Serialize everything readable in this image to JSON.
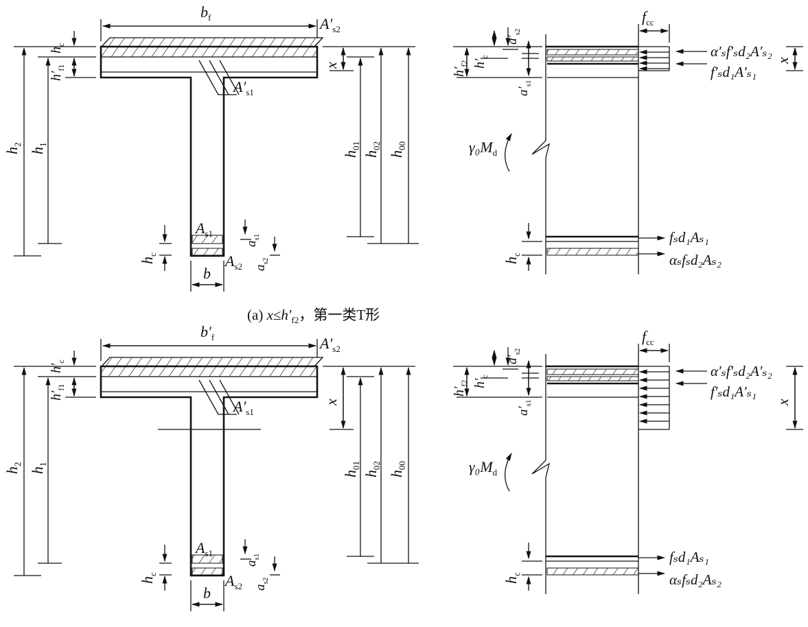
{
  "caption_a": {
    "pre": "(a) ",
    "x": "x",
    "rel": "≤",
    "h": "h′",
    "hs": "f2",
    "post": "，第一类T形"
  },
  "panels": [
    {
      "id": "a",
      "labels": {
        "bf": {
          "t": "b",
          "s": "f"
        },
        "As2p": {
          "t": "A′",
          "s": "s2"
        },
        "As1p": {
          "t": "A′",
          "s": "s1"
        },
        "hc": {
          "t": "h",
          "s": "c"
        },
        "hf1": {
          "t": "h′",
          "s": "f1"
        },
        "h2": {
          "t": "h",
          "s": "2"
        },
        "h1": {
          "t": "h",
          "s": "1"
        },
        "x": {
          "t": "x",
          "s": ""
        },
        "h01": {
          "t": "h",
          "s": "01"
        },
        "h02": {
          "t": "h",
          "s": "02"
        },
        "h00": {
          "t": "h",
          "s": "00"
        },
        "As1": {
          "t": "A",
          "s": "s1"
        },
        "As2": {
          "t": "A",
          "s": "s2"
        },
        "as1": {
          "t": "a",
          "s": "s1"
        },
        "as2": {
          "t": "a",
          "s": "s2"
        },
        "hc_b": {
          "t": "h",
          "s": "c"
        },
        "b": {
          "t": "b",
          "s": ""
        },
        "fcc": {
          "t": "f",
          "s": "cc"
        },
        "hf2": {
          "t": "h′",
          "s": "f2"
        },
        "hcp": {
          "t": "h′",
          "s": "c"
        },
        "as2p": {
          "t": "a′",
          "s": "s2"
        },
        "as1p": {
          "t": "a′",
          "s": "s1"
        },
        "F1": "α′ₛf′ₛd₂A′ₛ₂",
        "F2": "f′ₛd₁A′ₛ₁",
        "F3": "fₛd₁Aₛ₁",
        "F4": "αₛfₛd₂Aₛ₂",
        "M": {
          "t": "γ₀M",
          "s": "d"
        },
        "x2": {
          "t": "x",
          "s": ""
        },
        "hc_r": {
          "t": "h",
          "s": "c"
        }
      }
    },
    {
      "id": "b",
      "labels": {
        "bf": {
          "t": "b′",
          "s": "f"
        },
        "As2p": {
          "t": "A′",
          "s": "s2"
        },
        "As1p": {
          "t": "A′",
          "s": "s1"
        },
        "hc": {
          "t": "h′",
          "s": "c"
        },
        "hf1": {
          "t": "h′",
          "s": "f1"
        },
        "h2": {
          "t": "h",
          "s": "2"
        },
        "h1": {
          "t": "h",
          "s": "1"
        },
        "x": {
          "t": "x",
          "s": ""
        },
        "h01": {
          "t": "h",
          "s": "01"
        },
        "h02": {
          "t": "h",
          "s": "02"
        },
        "h00": {
          "t": "h",
          "s": "00"
        },
        "As1": {
          "t": "A",
          "s": "s1"
        },
        "As2": {
          "t": "A",
          "s": "s2"
        },
        "as1": {
          "t": "a",
          "s": "s1"
        },
        "as2": {
          "t": "a",
          "s": "s2"
        },
        "hc_b": {
          "t": "h",
          "s": "c"
        },
        "b": {
          "t": "b",
          "s": ""
        },
        "fcc": {
          "t": "f",
          "s": "cc"
        },
        "hf2": {
          "t": "h′",
          "s": "f2"
        },
        "hcp": {
          "t": "h′",
          "s": "c"
        },
        "as2p": {
          "t": "a′",
          "s": "s2"
        },
        "as1p": {
          "t": "a′",
          "s": "s1"
        },
        "F1": "α′ₛf′ₛd₂A′ₛ₂",
        "F2": "f′ₛd₁A′ₛ₁",
        "F3": "fₛd₁Aₛ₁",
        "F4": "αₛfₛd₂Aₛ₂",
        "M": {
          "t": "γ₀M",
          "s": "d"
        },
        "x2": {
          "t": "x",
          "s": ""
        },
        "hc_r": {
          "t": "h",
          "s": "c"
        }
      }
    }
  ]
}
